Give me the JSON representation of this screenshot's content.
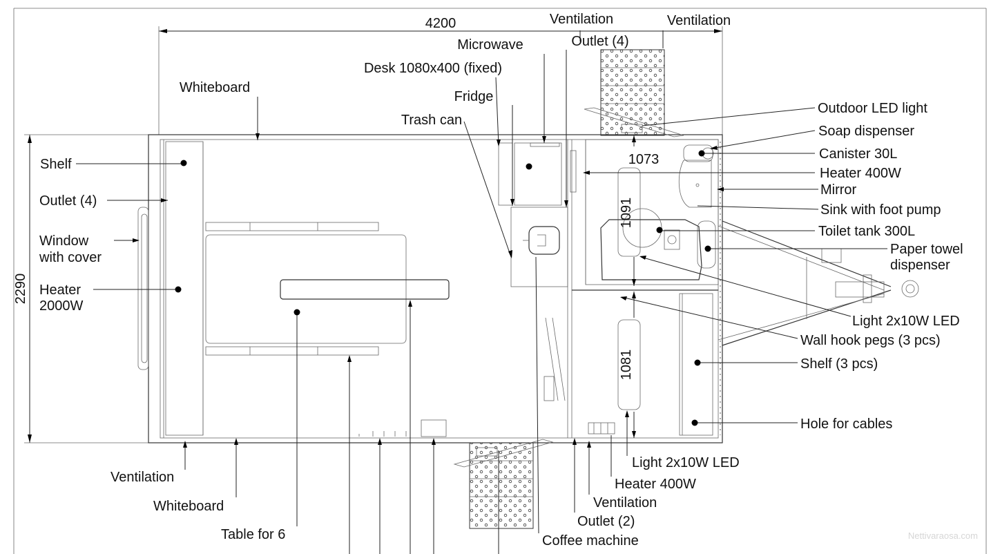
{
  "dimensions": {
    "total_length": "4200",
    "total_width": "2290",
    "toilet_width": "1073",
    "toilet_depth": "1091",
    "hall_depth": "1081"
  },
  "labels": {
    "ventilation_top_1": "Ventilation",
    "ventilation_top_2": "Ventilation",
    "outlet_top": "Outlet (4)",
    "microwave": "Microwave",
    "desk": "Desk 1080x400 (fixed)",
    "whiteboard_top": "Whiteboard",
    "fridge": "Fridge",
    "trash_can": "Trash can",
    "shelf_left": "Shelf",
    "outlet_left": "Outlet (4)",
    "window_line1": "Window",
    "window_line2": "with cover",
    "heater_left_line1": "Heater",
    "heater_left_line2": "2000W",
    "outdoor_led": "Outdoor LED light",
    "soap": "Soap dispenser",
    "canister": "Canister 30L",
    "heater_right": "Heater 400W",
    "mirror": "Mirror",
    "sink": "Sink with foot pump",
    "toilet_tank": "Toilet tank 300L",
    "paper_towel_line1": "Paper towel",
    "paper_towel_line2": "dispenser",
    "light_right": "Light 2x10W LED",
    "wall_hooks": "Wall hook pegs (3 pcs)",
    "shelf_right": "Shelf (3 pcs)",
    "hole_cables": "Hole for cables",
    "light_bottom": "Light 2x10W LED",
    "heater_bottom": "Heater 400W",
    "ventilation_bottom_right": "Ventilation",
    "outlet_bottom": "Outlet (2)",
    "coffee": "Coffee machine",
    "ventilation_bottom_left": "Ventilation",
    "whiteboard_bottom": "Whiteboard",
    "table": "Table for 6"
  },
  "watermark": "Nettivaraosa.com"
}
